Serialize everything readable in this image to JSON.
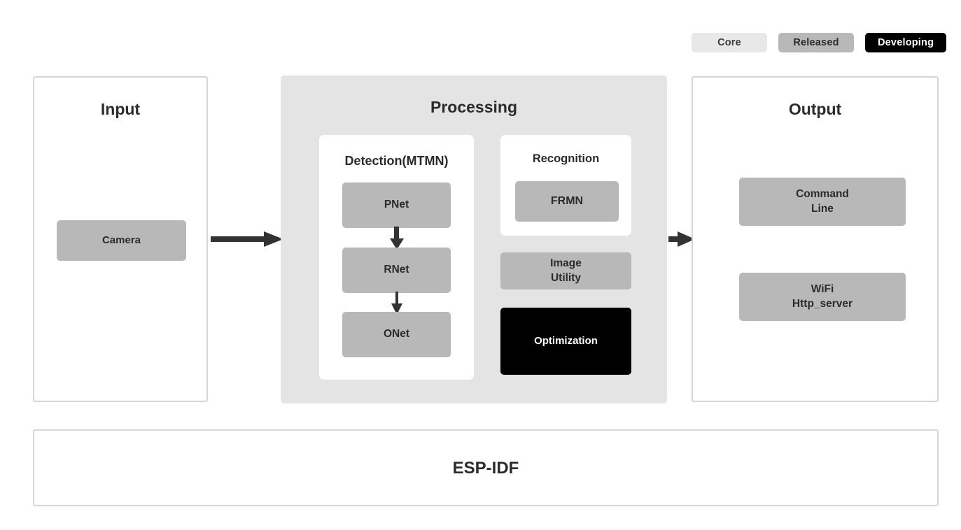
{
  "legend": {
    "items": [
      {
        "label": "Core",
        "style": "core",
        "color": "#e8e8e8"
      },
      {
        "label": "Released",
        "style": "released",
        "color": "#b8b8b8"
      },
      {
        "label": "Developing",
        "style": "developing",
        "color": "#000000"
      }
    ]
  },
  "input": {
    "title": "Input",
    "camera": "Camera"
  },
  "processing": {
    "title": "Processing",
    "detection": {
      "title": "Detection(MTMN)",
      "stages": [
        {
          "label": "PNet"
        },
        {
          "label": "RNet"
        },
        {
          "label": "ONet"
        }
      ]
    },
    "recognition": {
      "title": "Recognition",
      "model": "FRMN"
    },
    "image_utility": "Image\nUtility",
    "optimization": "Optimization"
  },
  "output": {
    "title": "Output",
    "boxes": [
      {
        "label": "Command\nLine"
      },
      {
        "label": "WiFi\nHttp_server"
      }
    ]
  },
  "foundation": {
    "title": "ESP-IDF"
  },
  "flow": {
    "input_to_processing": "arrow-right",
    "processing_to_output": "arrow-right",
    "pnet_to_rnet": "arrow-down",
    "rnet_to_onet": "arrow-down"
  },
  "colors": {
    "core": "#e8e8e8",
    "released": "#b8b8b8",
    "developing": "#000000",
    "processing_bg": "#e4e4e4",
    "panel_border": "#d6d6d6",
    "arrow": "#333333",
    "text": "#2b2b2b"
  }
}
